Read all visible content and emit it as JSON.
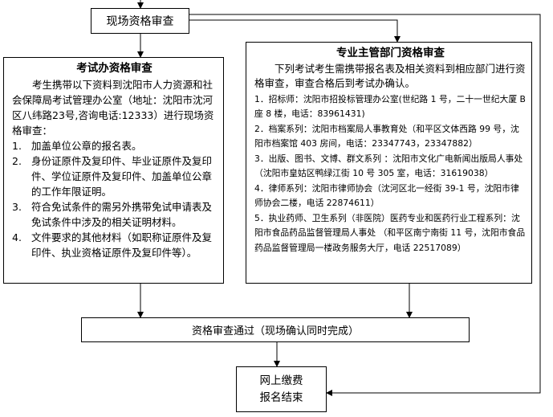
{
  "top_box": {
    "label": "现场资格审查"
  },
  "left_box": {
    "title": "考试办资格审查",
    "intro": "考生携带以下资料到沈阳市人力资源和社会保障局考试管理办公室（地址：沈阳市沈河区八纬路23号,咨询电话:12333）进行现场资格审查：",
    "items": [
      {
        "num": "1.",
        "text": "加盖单位公章的报名表。"
      },
      {
        "num": "2.",
        "text": "身份证原件及复印件、毕业证原件及复印件、学位证原件及复印件、加盖单位公章的工作年限证明。"
      },
      {
        "num": "3.",
        "text": "符合免试条件的需另外携带免试申请表及免试条件中涉及的相关证明材料。"
      },
      {
        "num": "4.",
        "text": "文件要求的其他材料（如职称证原件及复印件、执业资格证原件及复印件等）。"
      }
    ]
  },
  "right_box": {
    "title": "专业主管部门资格审查",
    "intro": "下列考试考生需携带报名表及相关资料到相应部门进行资格审查，审查合格后到考试办确认。",
    "entries": [
      {
        "text": "1．招标师：沈阳市招投标管理办公室(世纪路 1 号，二十一世纪大厦 B 座 8 楼，电话：83961431)"
      },
      {
        "text": "2．档案系列：沈阳市档案局人事教育处（和平区文体西路 99 号，沈阳市档案馆 403 房间，电话：23347743，23347882）"
      },
      {
        "text": "3．出版、图书、文博、群文系列 ：沈阳市文化广电新闻出版局人事处（沈阳市皇姑区鸭绿江街 10 号 305 室，电话：31619038）"
      },
      {
        "text": "4．律师系列：沈阳市律师协会（沈河区北一经街 39-1 号，沈阳市律师协会二楼，电话 22874611）"
      },
      {
        "text": "5．执业药师、卫生系列（非医院）医药专业和医药行业工程系列：沈阳市食品药品监督管理局人事处 （和平区南宁南街 11 号，沈阳市食品药品监督管理局一楼政务服务大厅，电话 22517089）"
      }
    ]
  },
  "pass_box": {
    "label": "资格审查通过（现场确认同时完成）"
  },
  "end_box": {
    "line1": "网上缴费",
    "line2": "报名结束"
  }
}
